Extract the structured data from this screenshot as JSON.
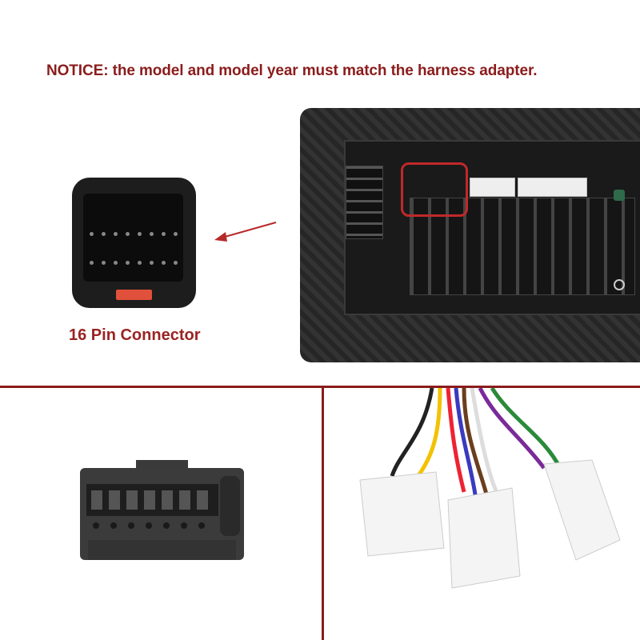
{
  "notice": {
    "prefix": "NOTICE",
    "text": ": the model and model year must match the harness adapter."
  },
  "connector_label": "16 Pin Connector",
  "colors": {
    "accent_red": "#8b1c1c",
    "highlight_red": "#c0282a",
    "unit_dark": "#2a2a2a"
  },
  "icons": {
    "arrow": "arrow-left-icon"
  }
}
